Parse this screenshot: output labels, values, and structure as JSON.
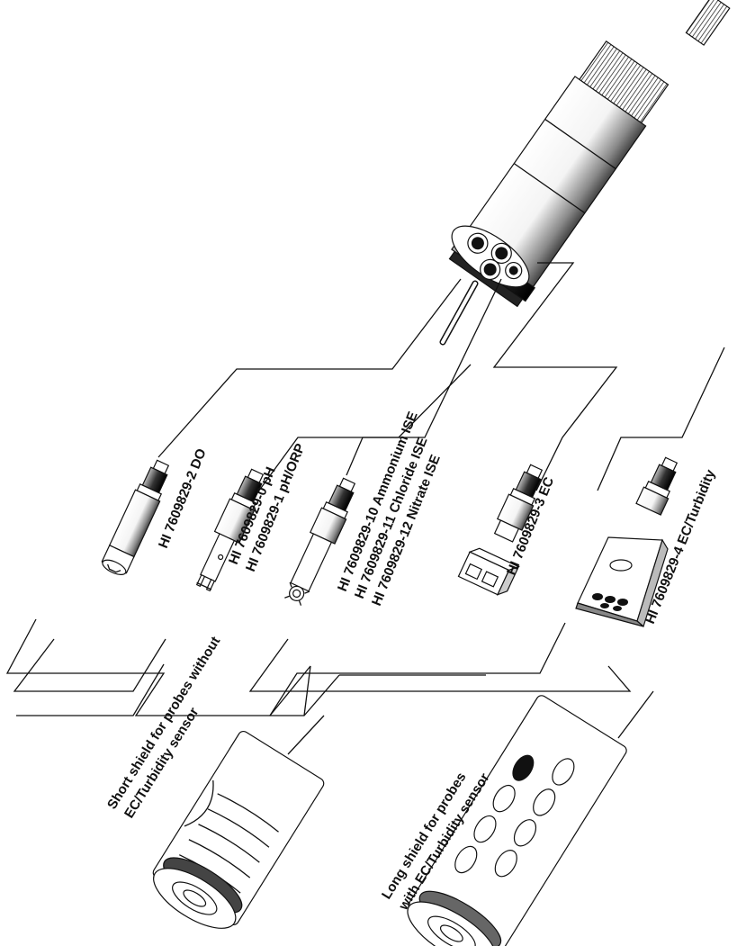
{
  "labels": {
    "do_probe": "HI 7609829-2 DO",
    "ph_probe_1": "HI 7609829-0 pH",
    "ph_probe_2": "HI 7609829-1 pH/ORP",
    "ise_probe_1": "HI 7609829-10 Ammonium ISE",
    "ise_probe_2": "HI 7609829-11 Chloride ISE",
    "ise_probe_3": "HI 7609829-12 Nitrate ISE",
    "ec_probe": "HI 7609829-3 EC",
    "turbidity_probe": "HI 7609829-4 EC/Turbidity",
    "short_shield_1": "Short shield for probes without",
    "short_shield_2": "EC/Turbidity sensor",
    "long_shield_1": "Long shield for probes",
    "long_shield_2": "with EC/Turbidity sensor"
  },
  "icons": {
    "body": "multiparameter-probe-body-icon",
    "do": "do-probe-icon",
    "ph": "ph-probe-icon",
    "ise": "ise-probe-icon",
    "ec": "ec-probe-icon",
    "turbidity": "ec-turbidity-probe-icon",
    "short_shield": "short-shield-icon",
    "long_shield": "long-shield-icon"
  },
  "colors": {
    "line": "#111111",
    "fill": "#ffffff",
    "shade": "#777777"
  }
}
